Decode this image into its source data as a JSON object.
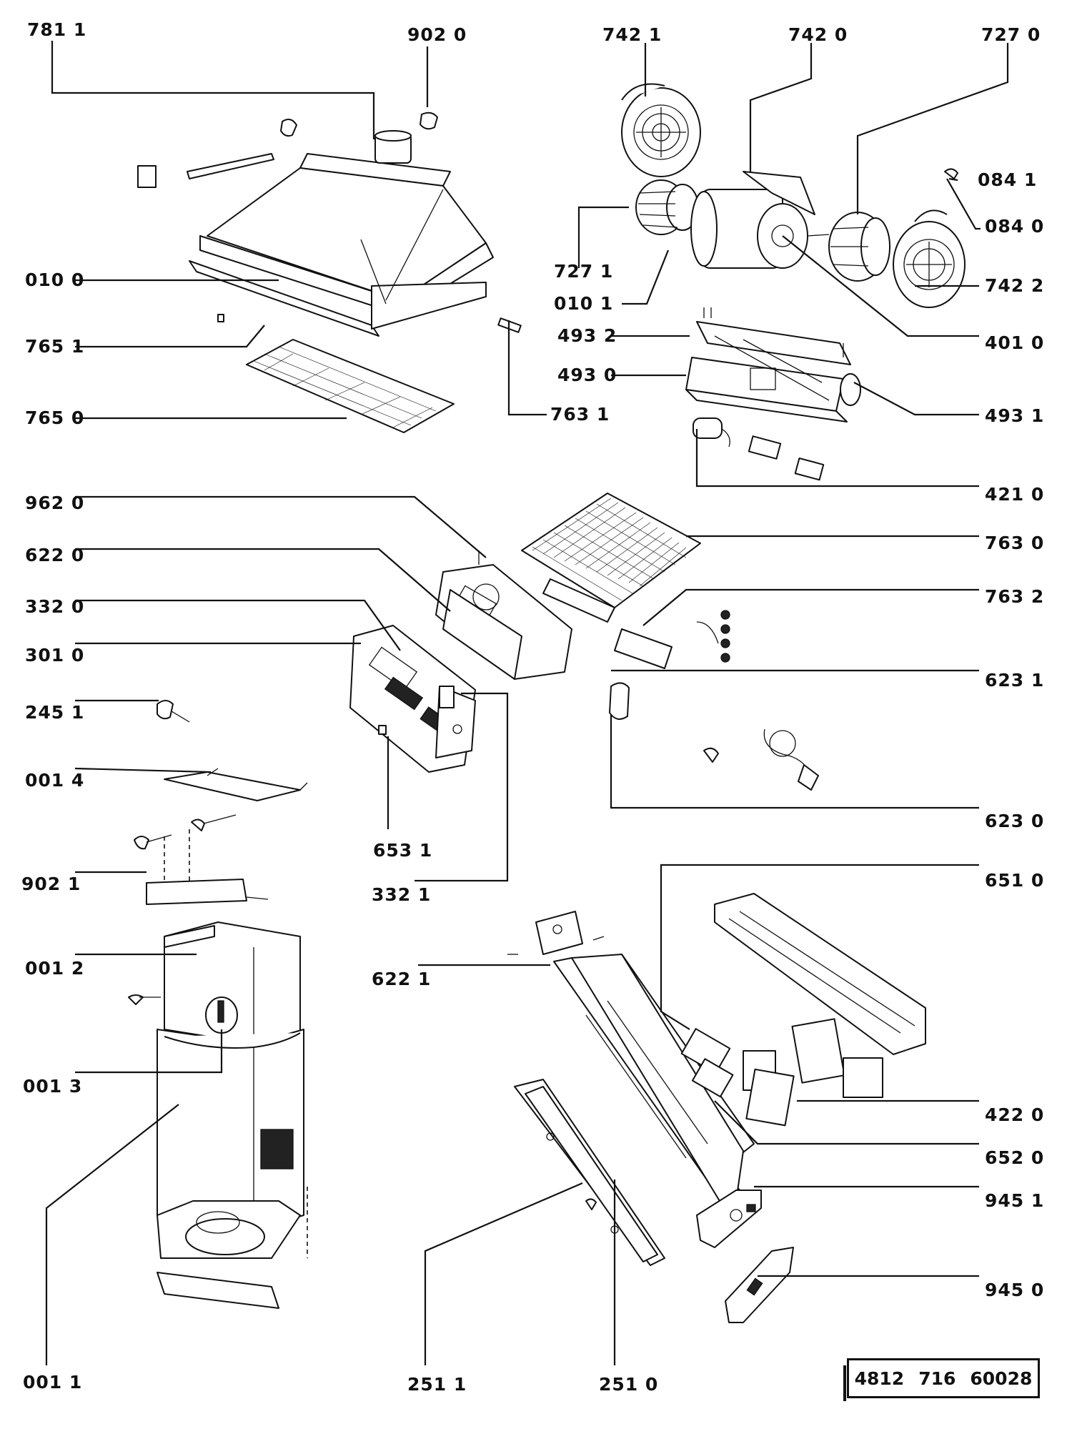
{
  "labels": [
    "781 1",
    "902  0",
    "742  1",
    "742  0",
    "727 0",
    "084 1",
    "084 0",
    "742 2",
    "010 0",
    "765 1",
    "765 0",
    "727 1",
    "010 1",
    "493 2",
    "493 0",
    "763 1",
    "401 0",
    "493 1",
    "421 0",
    "962 0",
    "763 0",
    "622 0",
    "763 2",
    "332 0",
    "301 0",
    "623 1",
    "245 1",
    "001 4",
    "653 1",
    "623 0",
    "902 1",
    "332 1",
    "651  0",
    "001 2",
    "622 1",
    "001 3",
    "422 0",
    "652 0",
    "945 1",
    "945 0",
    "001 1",
    "251 1",
    "251 0"
  ],
  "document_number": [
    "4812",
    "716",
    "60028"
  ]
}
